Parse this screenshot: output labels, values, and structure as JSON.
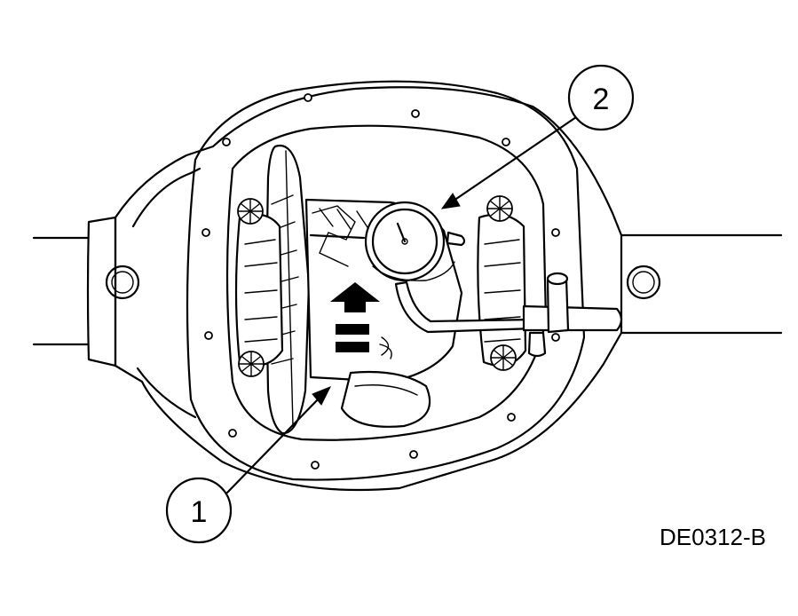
{
  "figure": {
    "id_label": "DE0312-B"
  },
  "callouts": [
    {
      "label": "1"
    },
    {
      "label": "2"
    }
  ],
  "colors": {
    "line": "#000000",
    "background": "#ffffff"
  }
}
